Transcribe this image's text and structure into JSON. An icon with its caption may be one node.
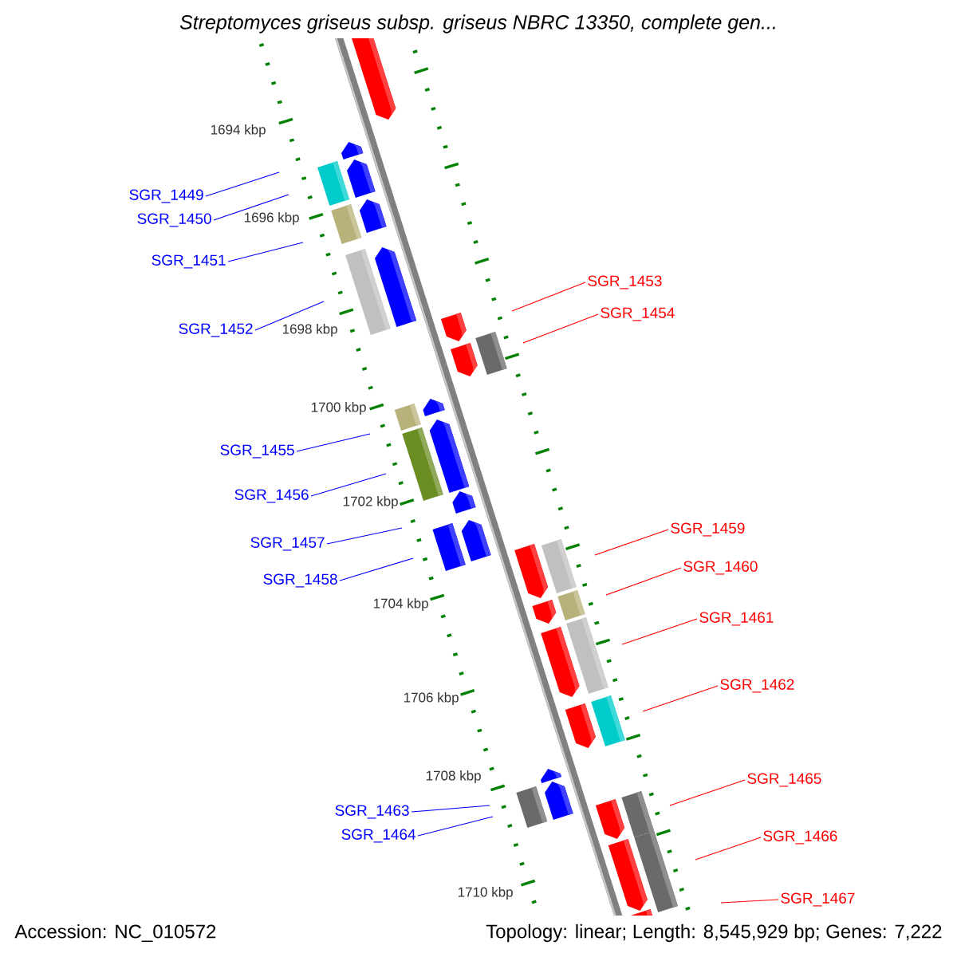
{
  "diagram": {
    "title": "*Streptomyces griseus* subsp. *griseus* NBRC 13350, complete gen...",
    "nodes": [
      {
        "text": [
          "SGR_1449"
        ]
      },
      {
        "text": [
          "SGR_1450"
        ]
      },
      {
        "text": [
          "SGR_1451"
        ]
      },
      {
        "text": [
          "SGR_1452"
        ]
      },
      {
        "text": [
          "SGR_1453"
        ]
      },
      {
        "text": [
          "SGR_1454"
        ]
      },
      {
        "text": [
          "SGR_1455"
        ]
      },
      {
        "text": [
          "SGR_1456"
        ]
      },
      {
        "text": [
          "SGR_1457"
        ]
      },
      {
        "text": [
          "SGR_1458"
        ]
      },
      {
        "text": [
          "SGR_1459"
        ]
      },
      {
        "text": [
          "SGR_1460"
        ]
      },
      {
        "text": [
          "SGR_1461"
        ]
      },
      {
        "text": [
          "SGR_1462"
        ]
      },
      {
        "text": [
          "SGR_1463"
        ]
      },
      {
        "text": [
          "SGR_1464"
        ]
      },
      {
        "text": [
          "SGR_1465"
        ]
      },
      {
        "text": [
          "SGR_1466"
        ]
      },
      {
        "text": [
          "SGR_1467"
        ]
      }
    ],
    "edges": [
      {
        "from": 0,
        "to": null,
        "arrow": "none"
      },
      {
        "from": 1,
        "to": null,
        "arrow": "none"
      },
      {
        "from": 2,
        "to": null,
        "arrow": "none"
      },
      {
        "from": 3,
        "to": null,
        "arrow": "none"
      },
      {
        "from": 4,
        "to": null,
        "arrow": "none",
        "color": "#ff0000"
      },
      {
        "from": 5,
        "to": null,
        "arrow": "none",
        "color": "#ff0000"
      },
      {
        "from": 6,
        "to": null,
        "arrow": "none"
      },
      {
        "from": 7,
        "to": null,
        "arrow": "none"
      },
      {
        "from": 8,
        "to": null,
        "arrow": "none"
      },
      {
        "from": 9,
        "to": null,
        "arrow": "none"
      },
      {
        "from": 10,
        "to": null,
        "arrow": "none",
        "color": "#ff0000"
      },
      {
        "from": 11,
        "to": null,
        "arrow": "none",
        "color": "#ff0000"
      },
      {
        "from": 12,
        "to": null,
        "arrow": "none",
        "color": "#ff0000"
      },
      {
        "from": 13,
        "to": null,
        "arrow": "none",
        "color": "#ff0000"
      },
      {
        "from": 14,
        "to": null,
        "arrow": "none"
      },
      {
        "from": 15,
        "to": null,
        "arrow": "none"
      },
      {
        "from": 16,
        "to": null,
        "arrow": "none",
        "color": "#ff0000"
      },
      {
        "from": 17,
        "to": null,
        "arrow": "none",
        "color": "#ff0000"
      },
      {
        "from": 18,
        "to": null,
        "arrow": "none",
        "color": "#ff0000"
      }
    ],
    "labels": [
      "1694 kbp",
      "1696 kbp",
      "1698 kbp",
      "1700 kbp",
      "1702 kbp",
      "1704 kbp",
      "1706 kbp",
      "1708 kbp",
      "1710 kbp",
      "Accession: NC_010572",
      "Topology: linear; Length: 8,545,929 bp; Genes: 7,222"
    ]
  }
}
